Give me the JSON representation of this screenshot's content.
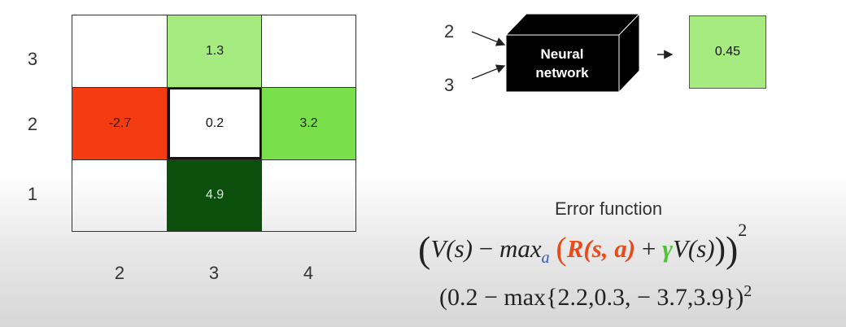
{
  "grid": {
    "y_labels": [
      "3",
      "2",
      "1"
    ],
    "x_labels": [
      "2",
      "3",
      "4"
    ],
    "cells": [
      {
        "value": "1.3",
        "color": "#a6eb7f"
      },
      {
        "value": "-2.7",
        "color": "#f53b12"
      },
      {
        "value": "0.2",
        "color": "#ffffff"
      },
      {
        "value": "3.2",
        "color": "#79e04b"
      },
      {
        "value": "4.9",
        "color": "#0c4f0c"
      }
    ]
  },
  "network": {
    "inputs": [
      "2",
      "3"
    ],
    "label_line1": "Neural",
    "label_line2": "network",
    "output": "0.45"
  },
  "error": {
    "title": "Error function",
    "open_paren": "(",
    "V_s": "V(s)",
    "minus": " − ",
    "max": "max",
    "max_sub": "a",
    "inner_open": "(",
    "R_sa": "R(s, a)",
    "plus": " + ",
    "gamma": "γ",
    "V_s2": "V(s)",
    "inner_close": ")",
    "close_paren": ")",
    "exponent": "2",
    "numeric": "(0.2 − max{2.2,0.3, − 3.7,3.9})",
    "numeric_exponent": "2"
  }
}
